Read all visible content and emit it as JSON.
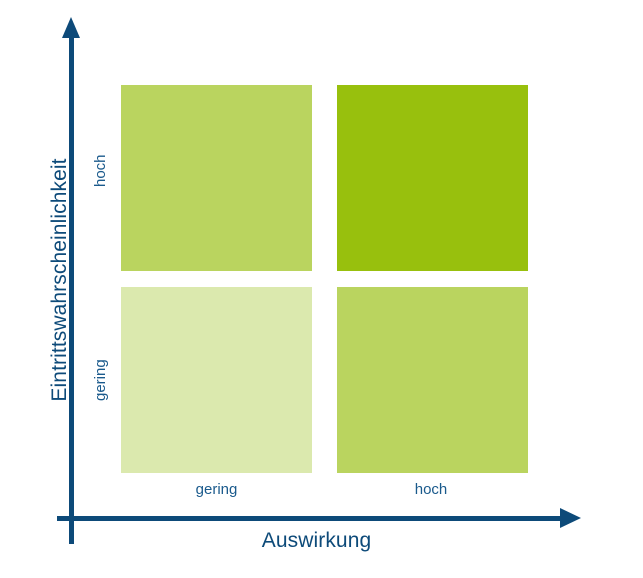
{
  "figure": {
    "name": "Risikomatrix",
    "background": "#ffffff",
    "axis_color": "#0d4a79",
    "tick_color": "#1a5a8c"
  },
  "axes": {
    "x": {
      "title": "Auswirkung",
      "ticks": [
        "gering",
        "hoch"
      ],
      "arrow": "arrow-right"
    },
    "y": {
      "title": "Eintrittswahrscheinlichkeit",
      "ticks": [
        "hoch",
        "gering"
      ],
      "arrow": "arrow-up"
    }
  },
  "chart_data": {
    "type": "heatmap",
    "title": "",
    "xlabel": "Auswirkung",
    "ylabel": "Eintrittswahrscheinlichkeit",
    "x_categories": [
      "gering",
      "hoch"
    ],
    "y_categories": [
      "hoch",
      "gering"
    ],
    "grid": false,
    "legend": "none",
    "cells": [
      {
        "id": "high-low",
        "y_category": "hoch",
        "x_category": "gering",
        "risk_level": 2,
        "color": "#bad45f",
        "label": ""
      },
      {
        "id": "high-high",
        "y_category": "hoch",
        "x_category": "hoch",
        "risk_level": 3,
        "color": "#98c00d",
        "label": ""
      },
      {
        "id": "low-low",
        "y_category": "gering",
        "x_category": "gering",
        "risk_level": 1,
        "color": "#dbe9ae",
        "label": ""
      },
      {
        "id": "low-high",
        "y_category": "gering",
        "x_category": "hoch",
        "risk_level": 2,
        "color": "#bad45f",
        "label": ""
      }
    ],
    "values": [
      [
        2,
        3
      ],
      [
        1,
        2
      ]
    ],
    "colorscale": [
      "#dbe9ae",
      "#bad45f",
      "#98c00d"
    ]
  }
}
